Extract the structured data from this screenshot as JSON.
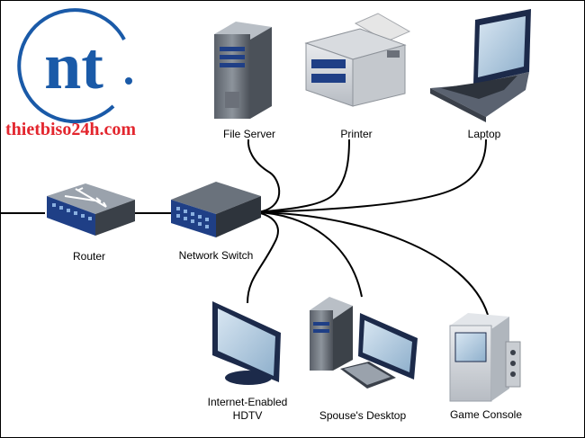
{
  "logo": {
    "letters": "nt",
    "color": "#1a5aa8"
  },
  "brand": {
    "text": "thietbiso24h.com",
    "color": "#e3262e"
  },
  "devices": {
    "file_server": "File Server",
    "printer": "Printer",
    "laptop": "Laptop",
    "router": "Router",
    "network_switch": "Network Switch",
    "hdtv_line1": "Internet-Enabled",
    "hdtv_line2": "HDTV",
    "spouse_desktop": "Spouse's Desktop",
    "game_console": "Game Console"
  },
  "colors": {
    "cable": "#000000",
    "device_blue": "#1f3f86",
    "device_gray": "#8a929c"
  }
}
